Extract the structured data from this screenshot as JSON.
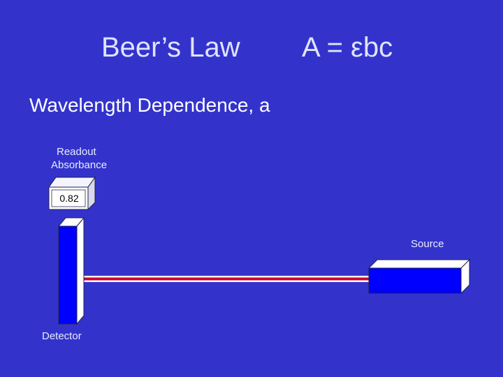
{
  "slide": {
    "title": "Beer’s Law",
    "equation": "A = εbc",
    "subtitle": "Wavelength Dependence, a"
  },
  "readout": {
    "label_line1": "Readout",
    "label_line2": "Absorbance",
    "value": "0.82"
  },
  "source": {
    "label": "Source"
  },
  "detector": {
    "label": "Detector"
  },
  "colors": {
    "background": "#3333cc",
    "instrument_blue": "#0000ff",
    "beam_red": "#cc0033",
    "beam_light": "#e8e8ff"
  }
}
